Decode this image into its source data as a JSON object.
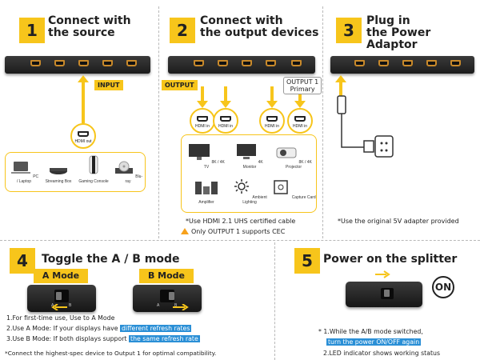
{
  "steps": [
    {
      "num": "1",
      "title": "Connect with\nthe source"
    },
    {
      "num": "2",
      "title": "Connect with\nthe output devices"
    },
    {
      "num": "3",
      "title": "Plug in\nthe Power Adaptor"
    },
    {
      "num": "4",
      "title": "Toggle the A / B mode"
    },
    {
      "num": "5",
      "title": "Power on the splitter"
    }
  ],
  "step1": {
    "input_tag": "INPUT",
    "hdmi_out": "HDMI out",
    "sources": [
      "PC / Laptop",
      "Streaming Box",
      "Gaming Console",
      "Blu-ray"
    ]
  },
  "step2": {
    "output_tag": "OUTPUT",
    "output1_tag": "OUTPUT 1\nPrimary",
    "hdmi_in": [
      "HDMI in",
      "HDMI in",
      "HDMI in",
      "HDMI in"
    ],
    "devices": [
      "8K / 4K TV",
      "4K Monitor",
      "8K / 4K Projector",
      "Amplifier",
      "Ambient Lighting",
      "Capture Card"
    ],
    "note": "*Use HDMI 2.1 UHS certified cable",
    "warning": "Only OUTPUT 1 supports CEC"
  },
  "step3": {
    "note": "*Use the original 5V adapter provided"
  },
  "step4": {
    "mode_a": "A Mode",
    "mode_b": "B Mode",
    "line1": "1.For first-time use, Use to A Mode",
    "line2_pre": "2.Use A Mode: If your displays have",
    "line2_hl": "different refresh rates",
    "line3_pre": "3.Use B Mode: If both displays support",
    "line3_hl": "the same refresh rate",
    "footnote": "*Connect the highest-spec device to Output 1 for optimal compatibility."
  },
  "step5": {
    "on_label": "ON",
    "line1": "* 1.While the A/B mode switched,",
    "line1_hl": "turn the power ON/OFF again",
    "line2": "2.LED indicator shows working status"
  },
  "colors": {
    "accent": "#f7c51b",
    "highlight": "#2a8fd6"
  }
}
